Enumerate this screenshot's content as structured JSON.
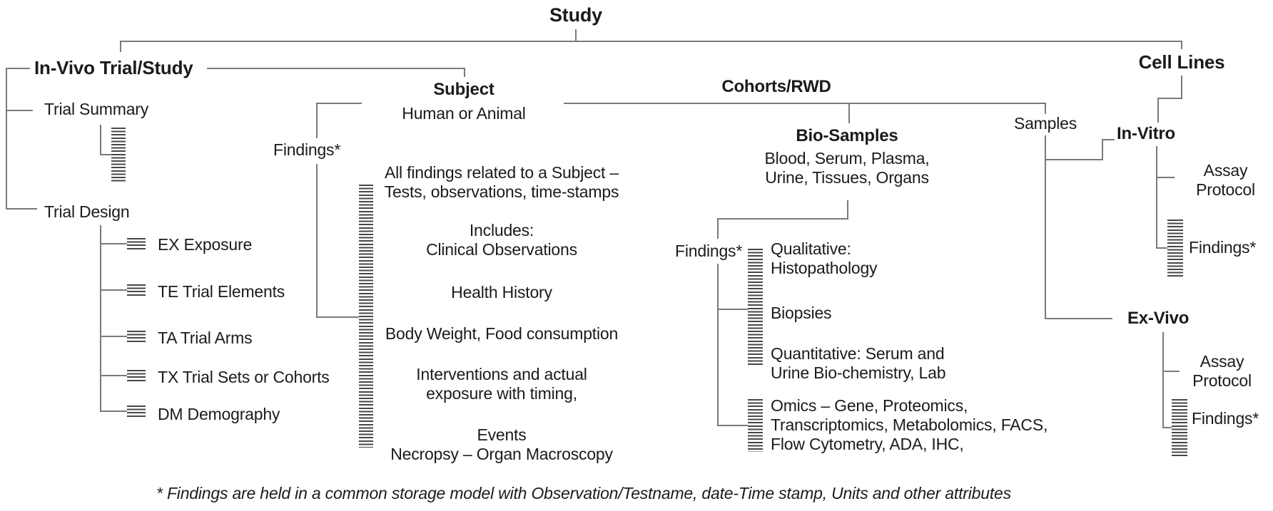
{
  "title": "Study",
  "footnote": "* Findings are held in a common storage model with Observation/Testname, date-Time stamp, Units and other attributes",
  "colors": {
    "line": "#7a7a7a",
    "text": "#1b1b1b",
    "stripe_icon": "#474747"
  },
  "in_vivo": {
    "label": "In-Vivo Trial/Study",
    "trial_summary_label": "Trial Summary",
    "trial_design_label": "Trial Design",
    "domains": [
      {
        "label": "EX Exposure"
      },
      {
        "label": "TE Trial Elements"
      },
      {
        "label": "TA Trial Arms"
      },
      {
        "label": "TX Trial Sets or Cohorts"
      },
      {
        "label": "DM Demography"
      }
    ]
  },
  "subject": {
    "label": "Subject",
    "sublabel": "Human or Animal",
    "findings_label": "Findings*",
    "description": "All findings related to a Subject –\nTests, observations, time-stamps",
    "includes": "Includes:\nClinical Observations",
    "health_history": "Health History",
    "body_weight": "Body Weight, Food consumption",
    "interventions": "Interventions and actual\nexposure with timing,",
    "events": "Events\nNecropsy – Organ Macroscopy"
  },
  "cohorts": {
    "label": "Cohorts/RWD",
    "samples_label": "Samples",
    "bio_samples": {
      "label": "Bio-Samples",
      "sublabel": "Blood, Serum, Plasma,\nUrine, Tissues, Organs"
    },
    "findings_label": "Findings*",
    "findings_items": [
      {
        "label": "Qualitative:\nHistopathology"
      },
      {
        "label": "Biopsies"
      },
      {
        "label": "Quantitative: Serum and\nUrine Bio-chemistry, Lab"
      },
      {
        "label": "Omics – Gene, Proteomics,\nTranscriptomics, Metabolomics, FACS,\nFlow Cytometry, ADA, IHC,"
      }
    ]
  },
  "cell_lines": {
    "label": "Cell Lines",
    "in_vitro": {
      "label": "In-Vitro",
      "assay_label": "Assay\nProtocol",
      "findings_label": "Findings*"
    },
    "ex_vivo": {
      "label": "Ex-Vivo",
      "assay_label": "Assay\nProtocol",
      "findings_label": "Findings*"
    }
  }
}
